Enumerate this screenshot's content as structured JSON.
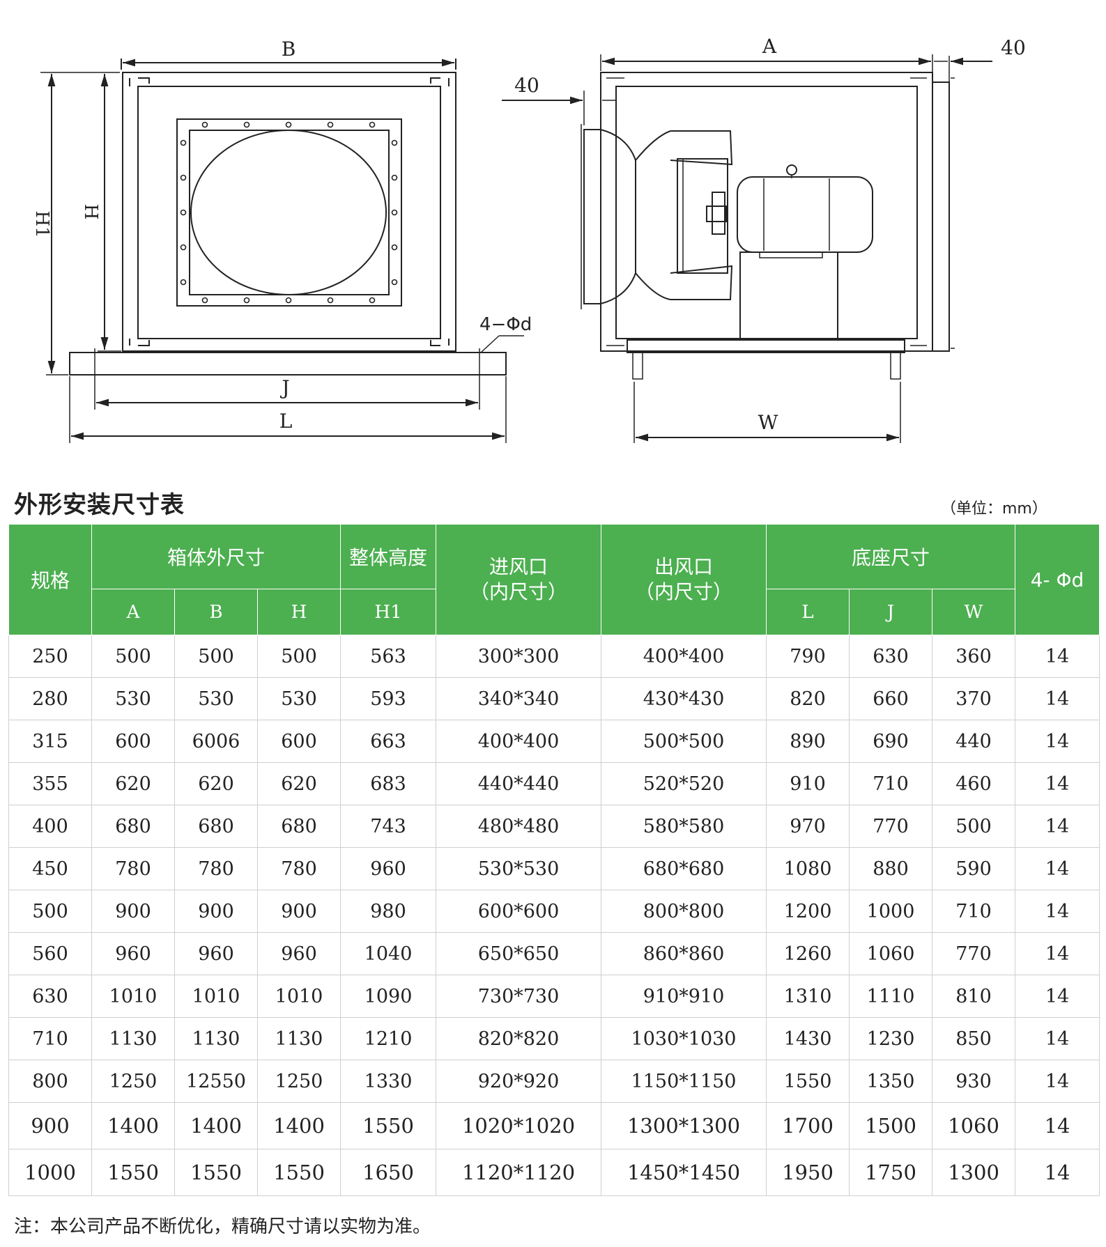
{
  "drawing": {
    "front": {
      "label_B": "B",
      "label_H1": "H1",
      "label_H": "H",
      "label_J": "J",
      "label_L": "L",
      "label_holes": "4−Φd"
    },
    "side": {
      "label_A": "A",
      "label_40_top": "40",
      "label_40_left": "40",
      "label_W": "W"
    }
  },
  "table_title": "外形安装尺寸表",
  "unit": "（单位：mm）",
  "table": {
    "headers": {
      "spec": "规格",
      "box": "箱体外尺寸",
      "height": "整体高度",
      "inlet_1": "进风口",
      "inlet_2": "（内尺寸）",
      "outlet_1": "出风口",
      "outlet_2": "（内尺寸）",
      "base": "底座尺寸",
      "holes": "4- Φd",
      "A": "A",
      "B": "B",
      "H": "H",
      "H1": "H1",
      "L": "L",
      "J": "J",
      "W": "W"
    },
    "rows": [
      [
        "250",
        "500",
        "500",
        "500",
        "563",
        "300*300",
        "400*400",
        "790",
        "630",
        "360",
        "14"
      ],
      [
        "280",
        "530",
        "530",
        "530",
        "593",
        "340*340",
        "430*430",
        "820",
        "660",
        "370",
        "14"
      ],
      [
        "315",
        "600",
        "6006",
        "600",
        "663",
        "400*400",
        "500*500",
        "890",
        "690",
        "440",
        "14"
      ],
      [
        "355",
        "620",
        "620",
        "620",
        "683",
        "440*440",
        "520*520",
        "910",
        "710",
        "460",
        "14"
      ],
      [
        "400",
        "680",
        "680",
        "680",
        "743",
        "480*480",
        "580*580",
        "970",
        "770",
        "500",
        "14"
      ],
      [
        "450",
        "780",
        "780",
        "780",
        "960",
        "530*530",
        "680*680",
        "1080",
        "880",
        "590",
        "14"
      ],
      [
        "500",
        "900",
        "900",
        "900",
        "980",
        "600*600",
        "800*800",
        "1200",
        "1000",
        "710",
        "14"
      ],
      [
        "560",
        "960",
        "960",
        "960",
        "1040",
        "650*650",
        "860*860",
        "1260",
        "1060",
        "770",
        "14"
      ],
      [
        "630",
        "1010",
        "1010",
        "1010",
        "1090",
        "730*730",
        "910*910",
        "1310",
        "1110",
        "810",
        "14"
      ],
      [
        "710",
        "1130",
        "1130",
        "1130",
        "1210",
        "820*820",
        "1030*1030",
        "1430",
        "1230",
        "850",
        "14"
      ],
      [
        "800",
        "1250",
        "12550",
        "1250",
        "1330",
        "920*920",
        "1150*1150",
        "1550",
        "1350",
        "930",
        "14"
      ],
      [
        "900",
        "1400",
        "1400",
        "1400",
        "1550",
        "1020*1020",
        "1300*1300",
        "1700",
        "1500",
        "1060",
        "14"
      ],
      [
        "1000",
        "1550",
        "1550",
        "1550",
        "1650",
        "1120*1120",
        "1450*1450",
        "1950",
        "1750",
        "1300",
        "14"
      ]
    ]
  },
  "note": "注：本公司产品不断优化，精确尺寸请以实物为准。"
}
